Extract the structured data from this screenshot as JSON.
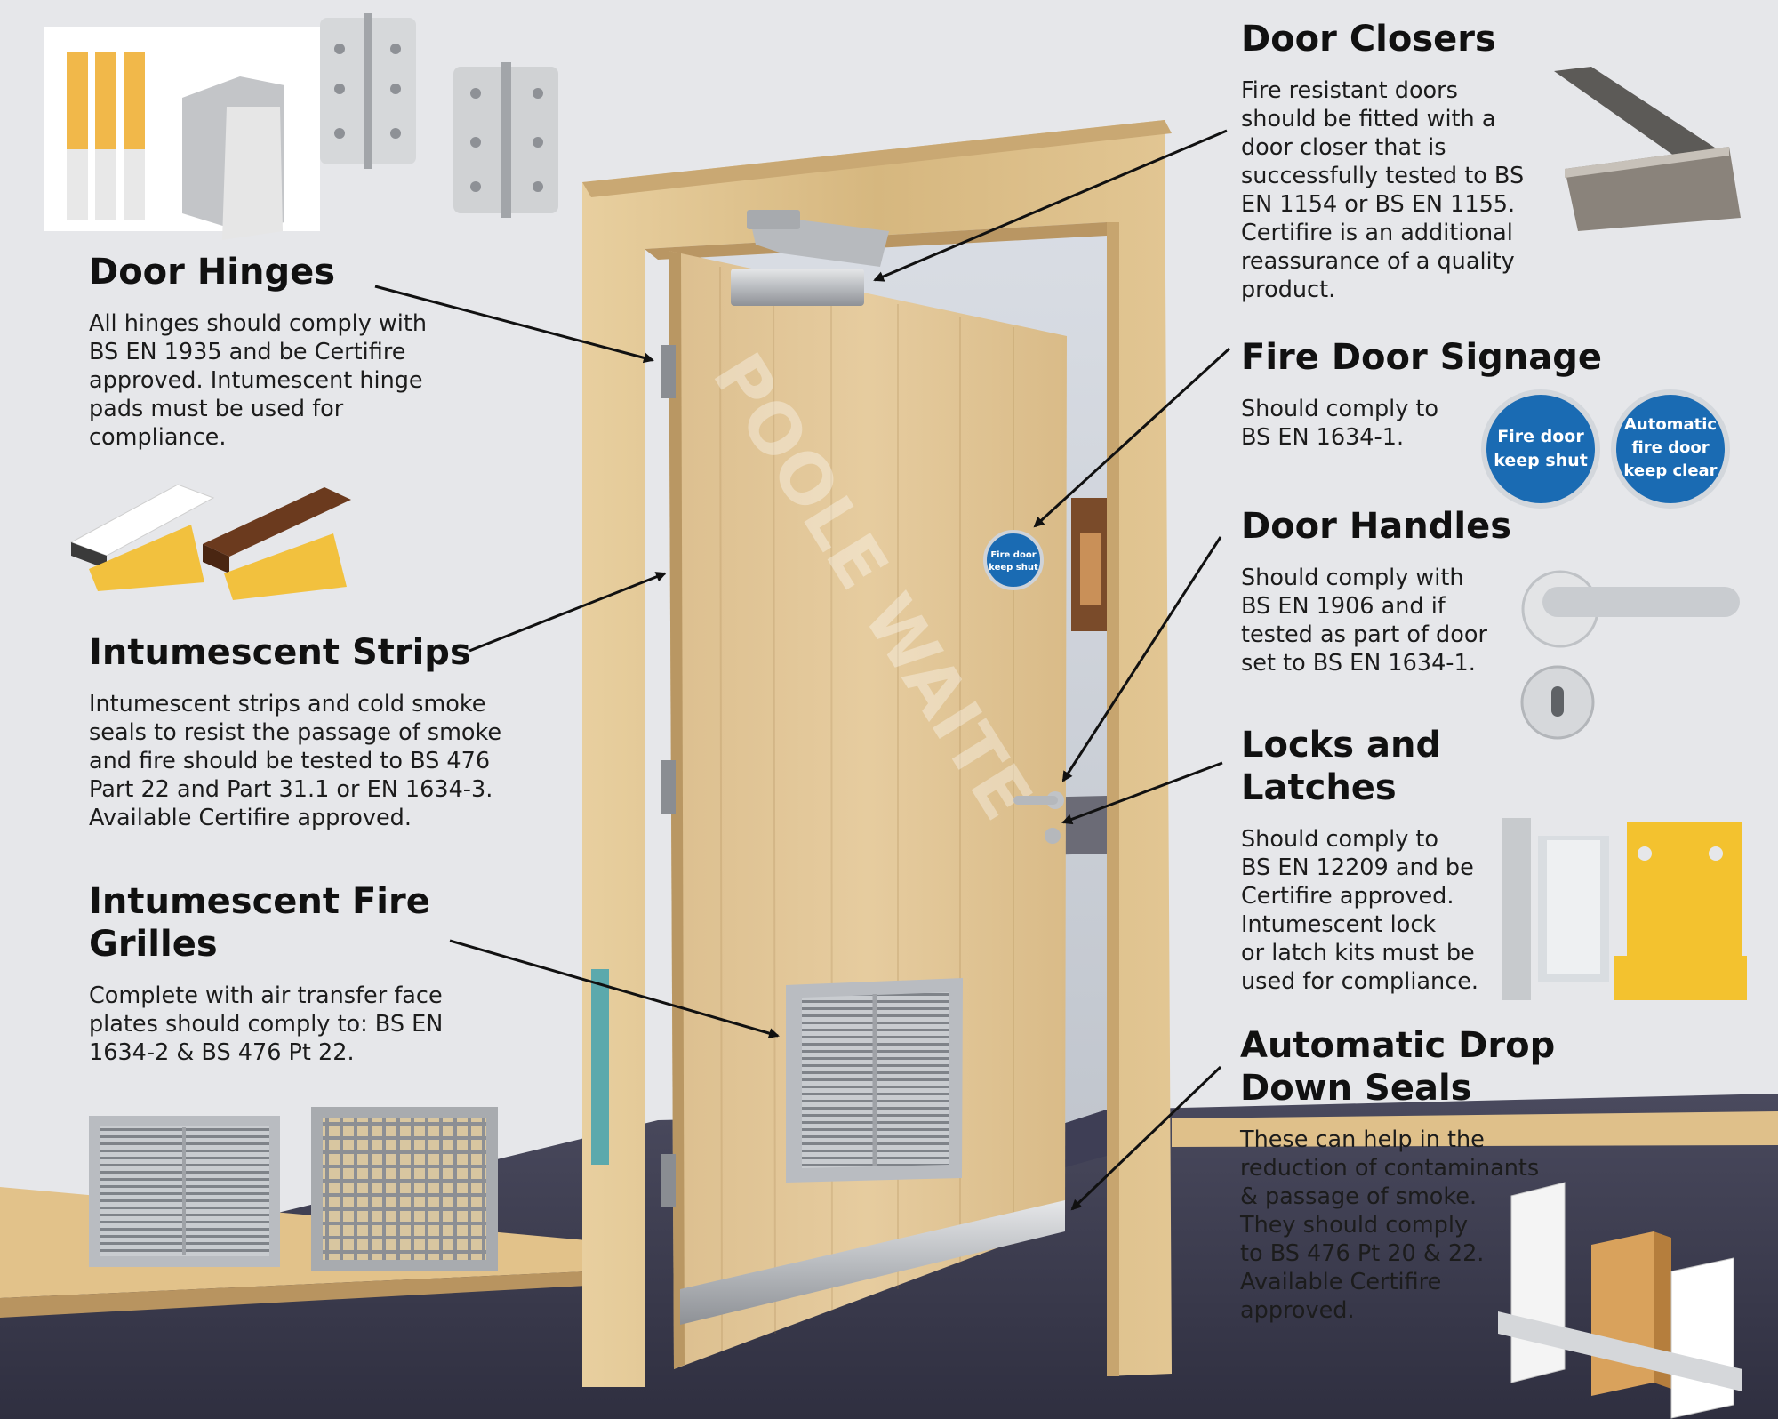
{
  "brand": {
    "watermark": "POOLE WAITE"
  },
  "colors": {
    "background": "#e6e7ea",
    "door_wood": "#e2c79a",
    "frame_wood": "#dcbf8c",
    "sign_blue": "#1a6bb3",
    "floor": "#3b3b4d",
    "tape_yellow": "#f1b84a"
  },
  "sections": {
    "door_hinges": {
      "title": "Door Hinges",
      "lines": [
        "All hinges should comply with",
        "BS EN 1935 and be Certifire",
        "approved. Intumescent hinge",
        "pads must be used for",
        "compliance."
      ]
    },
    "intumescent_strips": {
      "title": "Intumescent Strips",
      "lines": [
        "Intumescent strips and cold smoke",
        "seals to resist the passage of smoke",
        "and fire should be tested to BS 476",
        "Part 22 and Part 31.1 or EN 1634-3.",
        "Available Certifire approved."
      ]
    },
    "fire_grilles": {
      "title_lines": [
        "Intumescent Fire",
        "Grilles"
      ],
      "lines": [
        "Complete with air transfer face",
        "plates should comply to: BS EN",
        "1634-2 & BS 476 Pt 22."
      ]
    },
    "door_closers": {
      "title": "Door Closers",
      "lines": [
        "Fire resistant doors",
        "should be fitted with a",
        "door closer that is",
        "successfully tested to BS",
        "EN 1154 or BS EN 1155.",
        "Certifire is an additional",
        "reassurance of a quality",
        "product."
      ]
    },
    "fire_door_signage": {
      "title": "Fire Door Signage",
      "lines": [
        "Should comply to",
        "BS EN 1634-1."
      ],
      "sign1": [
        "Fire door",
        "keep shut"
      ],
      "sign2": [
        "Automatic",
        "fire door",
        "keep clear"
      ]
    },
    "door_handles": {
      "title": "Door Handles",
      "lines": [
        "Should comply with",
        "BS EN 1906 and if",
        "tested as part of door",
        "set to BS EN 1634-1."
      ]
    },
    "locks_latches": {
      "title_lines": [
        "Locks and",
        "Latches"
      ],
      "lines": [
        "Should comply to",
        "BS EN 12209 and be",
        "Certifire approved.",
        "Intumescent lock",
        "or latch kits must be",
        "used for compliance."
      ]
    },
    "drop_down_seals": {
      "title_lines": [
        "Automatic Drop",
        "Down Seals"
      ],
      "lines": [
        "These can help in the",
        "reduction of contaminants",
        "& passage of smoke.",
        "They should comply",
        "to BS 476 Pt 20 & 22.",
        "Available Certifire",
        "approved."
      ]
    }
  },
  "door_sign": [
    "Fire door",
    "keep shut"
  ]
}
